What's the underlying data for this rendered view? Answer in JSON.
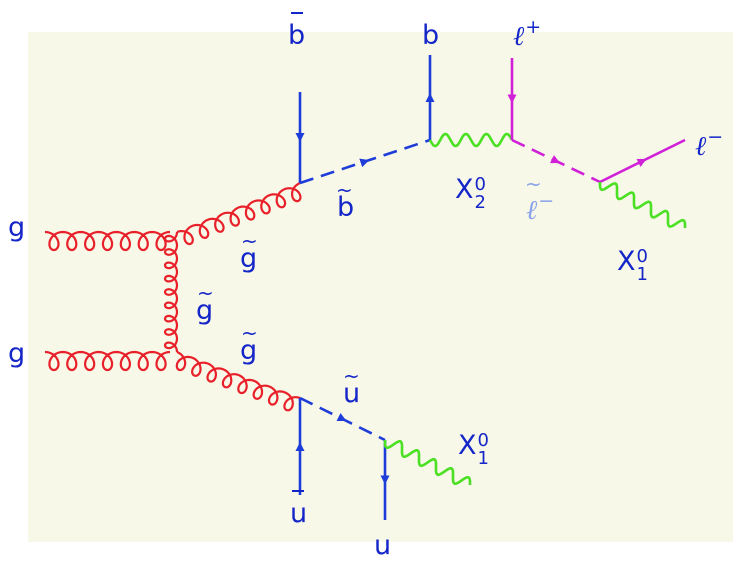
{
  "colors": {
    "background_panel": "#f8f8e8",
    "gluon": "#e8202a",
    "quark": "#1e3cd8",
    "squark": "#1e3cd8",
    "neutralino": "#4be024",
    "lepton": "#d020d8",
    "label": "#1426c8",
    "slepton_label": "#8aa2ea"
  },
  "labels": {
    "gluon_top": "g",
    "gluon_bottom": "g",
    "gluino_internal": "g",
    "gluino_upper": "g",
    "gluino_lower": "g",
    "bbar": "b",
    "b": "b",
    "sbottom": "b",
    "chi2": "X",
    "chi2_sup": "0",
    "chi2_sub": "2",
    "lplus_base": "ℓ",
    "lplus_sup": "+",
    "lminus_base": "ℓ",
    "lminus_sup": "−",
    "slepton_base": "ℓ",
    "slepton_sup": "−",
    "chi1_upper": "X",
    "chi1_upper_sup": "0",
    "chi1_upper_sub": "1",
    "chi1_lower": "X",
    "chi1_lower_sup": "0",
    "chi1_lower_sub": "1",
    "supquark": "u",
    "ubar": "u",
    "u": "u"
  }
}
